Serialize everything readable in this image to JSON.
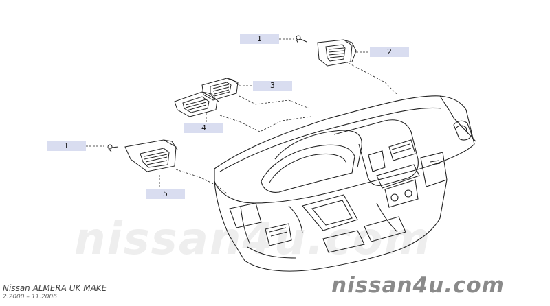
{
  "callouts": [
    {
      "id": "1a",
      "number": "1"
    },
    {
      "id": "2",
      "number": "2"
    },
    {
      "id": "3",
      "number": "3"
    },
    {
      "id": "4",
      "number": "4"
    },
    {
      "id": "1b",
      "number": "1"
    },
    {
      "id": "5",
      "number": "5"
    }
  ],
  "watermark": "nissan4u.com",
  "footer": {
    "model": "Nissan ALMERA UK MAKE",
    "period": "2.2000 – 11.2006",
    "site": "nissan4u.com"
  },
  "colors": {
    "label_fill": "#d9ddf0",
    "line": "#222222",
    "watermark": "#eeeeee",
    "footer_text": "#444444",
    "footer_site": "#8a8a8a"
  }
}
